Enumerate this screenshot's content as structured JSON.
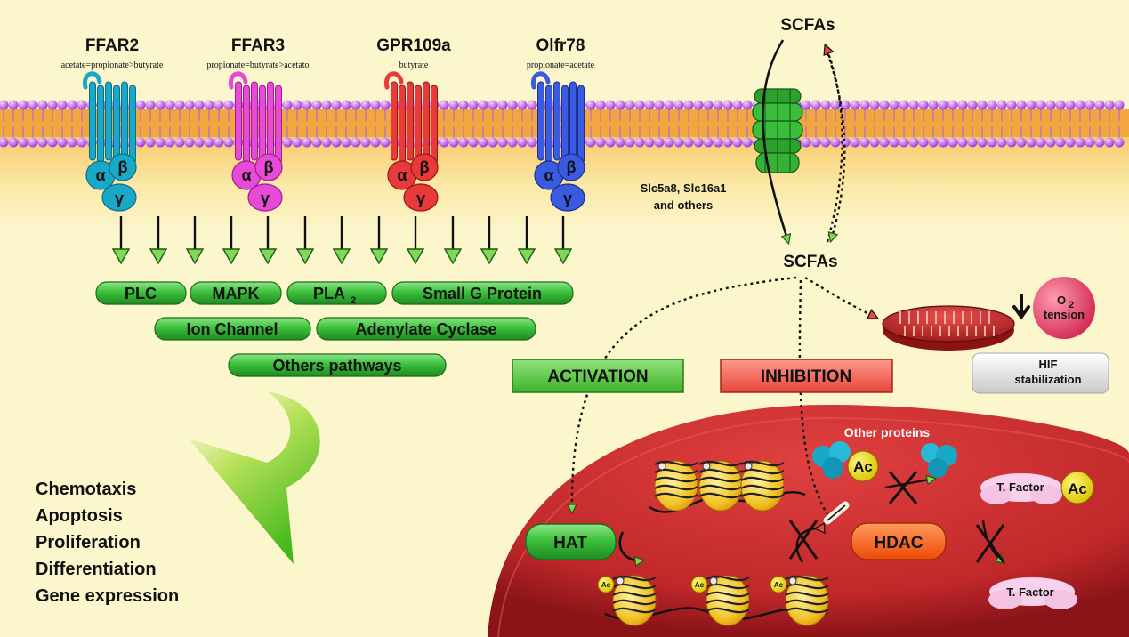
{
  "colors": {
    "background": "#fbf6cc",
    "pathway_green": "#3cc13c",
    "activation_green": "#4ccc2e",
    "inhibition_red": "#f0584a",
    "hdac_orange": "#ff5a10",
    "nucleus_red": "#c8282a",
    "membrane_purple": "#b048e0"
  },
  "receptors": [
    {
      "name": "FFAR2",
      "ligand": "acetate=propionate>butyrate",
      "color": "#1aa8c8",
      "dark": "#0e6f86"
    },
    {
      "name": "FFAR3",
      "ligand": "propionate=butyrate>acetato",
      "color": "#e84ad8",
      "dark": "#9c1e8e"
    },
    {
      "name": "GPR109a",
      "ligand": "butyrate",
      "color": "#e83a3a",
      "dark": "#951616"
    },
    {
      "name": "Olfr78",
      "ligand": "propionate=acetate",
      "color": "#3a5ae0",
      "dark": "#1c2f92"
    }
  ],
  "g_protein": {
    "alpha": "α",
    "beta": "β",
    "gamma": "γ"
  },
  "pathways": {
    "row1": [
      "PLC",
      "MAPK",
      "PLA",
      "Small G Protein"
    ],
    "pla_subscript": "2",
    "row2": [
      "Ion Channel",
      "Adenylate Cyclase"
    ],
    "row3": [
      "Others pathways"
    ]
  },
  "outcomes": [
    "Chemotaxis",
    "Apoptosis",
    "Proliferation",
    "Differentiation",
    "Gene expression"
  ],
  "transport": {
    "scfa_outside": "SCFAs",
    "scfa_inside": "SCFAs",
    "transporters_line1": "Slc5a8, Slc16a1",
    "transporters_line2": "and others"
  },
  "effects": {
    "activation": "ACTIVATION",
    "inhibition": "INHIBITION",
    "o2_symbol": "O",
    "o2_subscript": "2",
    "o2_label": "tension",
    "hif_line1": "HIF",
    "hif_line2": "stabilization"
  },
  "nucleus": {
    "hat": "HAT",
    "hdac": "HDAC",
    "other_proteins": "Other proteins",
    "acetyl": "Ac",
    "t_factor": "T. Factor"
  }
}
